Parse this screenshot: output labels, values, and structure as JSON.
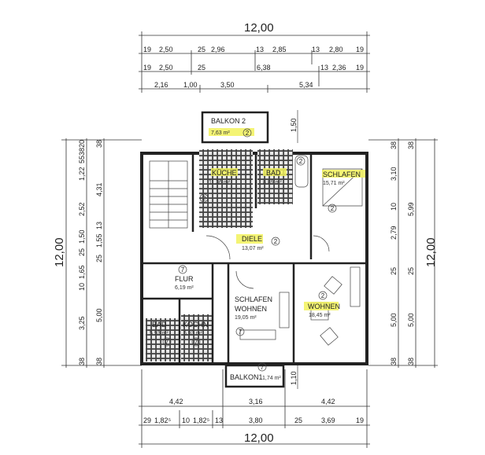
{
  "overall": {
    "width": "12,00",
    "depth": "12,00"
  },
  "top_dims": {
    "row1": [
      "19",
      "2,50",
      "25",
      "2,96",
      "13",
      "2,85",
      "13",
      "2,80",
      "19"
    ],
    "row2": [
      "19",
      "2,50",
      "25",
      "6,38",
      "13",
      "2,36",
      "19"
    ],
    "row3": [
      "2,16",
      "1,00",
      "3,50",
      "5,34"
    ]
  },
  "bottom_dims": {
    "row1": [
      "4,42",
      "3,16",
      "4,42"
    ],
    "row2": [
      "29",
      "1,82⁵",
      "10",
      "1,82⁵",
      "13",
      "3,80",
      "25",
      "3,69",
      "19"
    ]
  },
  "left_dims": {
    "col1": [
      "20",
      "38",
      "55",
      "1,22",
      "2,52",
      "1,50",
      "25",
      "1,65",
      "10",
      "3,25",
      "38"
    ],
    "col2": [
      "38",
      "4,31",
      "13",
      "1,55",
      "25",
      "5,00",
      "38"
    ]
  },
  "right_dims": {
    "col1": [
      "38",
      "3,10",
      "10",
      "2,79",
      "25",
      "5,00",
      "38"
    ],
    "col2": [
      "38",
      "5,99",
      "25",
      "5,00",
      "38"
    ]
  },
  "balcony_depths": {
    "balkon2": "1,50",
    "balkon1": "1,10"
  },
  "rooms": {
    "balkon2": {
      "name": "BALKON 2",
      "area": "7,63 m²",
      "marker": "2"
    },
    "kueche": {
      "name": "KÜCHE",
      "area": "11,36 m²",
      "marker": "2"
    },
    "bad": {
      "name": "BAD",
      "area": "8,89 m²",
      "marker": "2"
    },
    "schlafen": {
      "name": "SCHLAFEN",
      "area": "15,71 m²",
      "marker": "2"
    },
    "diele": {
      "name": "DIELE",
      "area": "13,07 m²",
      "marker": "2"
    },
    "flur": {
      "name": "FLUR",
      "area": "6,19 m²",
      "marker": "7"
    },
    "schlafen_wohnen": {
      "name1": "SCHLAFEN",
      "name2": "WOHNEN",
      "area": "19,05 m²",
      "marker": "7"
    },
    "wohnen": {
      "name": "WOHNEN",
      "area": "18,45 m²",
      "marker": "2"
    },
    "bad_small": {
      "name": "BAD",
      "area": "5,93 m²",
      "marker": "7"
    },
    "kochn": {
      "name": "KOCHN",
      "area": "5,93 m²",
      "marker": "7"
    },
    "balkon1": {
      "name": "BALKON1",
      "area": "1,74 m²",
      "marker": "7"
    }
  },
  "colors": {
    "highlight": "#f2f25c",
    "lines": "#222222"
  }
}
